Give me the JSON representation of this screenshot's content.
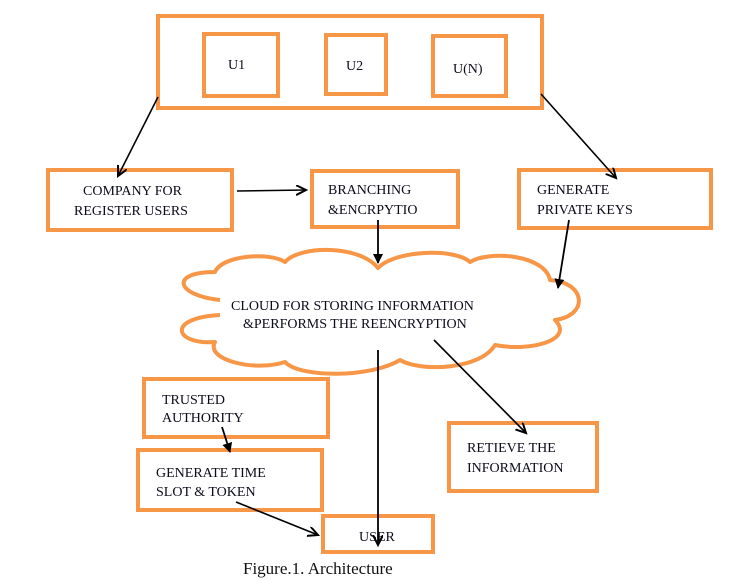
{
  "diagram": {
    "caption": "Figure.1. Architecture",
    "accent_color": "#f79646",
    "users_group": {
      "users": [
        "U1",
        "U2",
        "U(N)"
      ]
    },
    "nodes": {
      "company": {
        "line1": "COMPANY FOR",
        "line2": "REGISTER USERS"
      },
      "branching": {
        "line1": "BRANCHING",
        "line2": "&ENCRPYTIO"
      },
      "private_keys": {
        "line1": "GENERATE",
        "line2": "PRIVATE KEYS"
      },
      "cloud": {
        "line1": "CLOUD FOR STORING INFORMATION",
        "line2": "&PERFORMS THE REENCRYPTION"
      },
      "trusted_authority": {
        "line1": "TRUSTED",
        "line2": "AUTHORITY"
      },
      "time_slot": {
        "line1": "GENERATE TIME",
        "line2": "SLOT & TOKEN"
      },
      "retrieve": {
        "line1": "RETIEVE THE",
        "line2": "INFORMATION"
      },
      "user": {
        "line1": "USER"
      }
    },
    "edges": [
      {
        "from": "users_group",
        "to": "company"
      },
      {
        "from": "users_group",
        "to": "private_keys"
      },
      {
        "from": "company",
        "to": "branching"
      },
      {
        "from": "branching",
        "to": "cloud"
      },
      {
        "from": "private_keys",
        "to": "cloud"
      },
      {
        "from": "cloud",
        "to": "retrieve"
      },
      {
        "from": "cloud",
        "to": "user"
      },
      {
        "from": "trusted_authority",
        "to": "time_slot"
      },
      {
        "from": "time_slot",
        "to": "user"
      }
    ]
  }
}
